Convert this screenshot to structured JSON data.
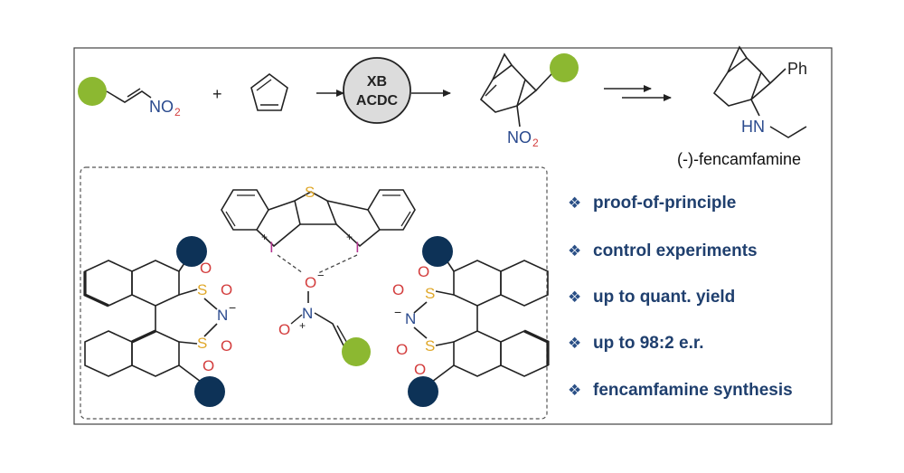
{
  "colors": {
    "accent_green": "#8cb831",
    "accent_navy": "#0d3257",
    "nitro_red": "#d33d3d",
    "sulfur_gold": "#e0a82a",
    "iodine_purple": "#b4358f",
    "bullet_text": "#1f3f6e",
    "catalyst_fill": "#dcdcdc"
  },
  "reaction": {
    "reactant_nitro": "NO",
    "reactant_nitro_sub": "2",
    "plus": "+",
    "catalyst_line1": "XB",
    "catalyst_line2": "ACDC",
    "product_nitro": "NO",
    "product_nitro_sub": "2",
    "final_ph": "Ph",
    "final_hn": "HN",
    "final_name": "(-)-fencamfamine"
  },
  "catalyst_model": {
    "thiophene_s": "S",
    "iodine_left": "I",
    "iodine_right": "I",
    "iodine_charge": "+",
    "nitro_o_top": "O",
    "nitro_o_top_charge": "−",
    "nitro_n": "N",
    "nitro_n_charge": "+",
    "nitro_o_left": "O",
    "counterion_left": {
      "s_top": "S",
      "s_bottom": "S",
      "n": "N",
      "n_charge": "−",
      "o": "O"
    },
    "counterion_right": {
      "s_top": "S",
      "s_bottom": "S",
      "n": "N",
      "n_charge": "−",
      "o": "O"
    }
  },
  "bullets": [
    {
      "glyph": "❖",
      "text": "proof-of-principle"
    },
    {
      "glyph": "❖",
      "text": "control experiments"
    },
    {
      "glyph": "❖",
      "text": "up to quant. yield"
    },
    {
      "glyph": "❖",
      "text": "up to 98:2 e.r."
    },
    {
      "glyph": "❖",
      "text": "fencamfamine synthesis"
    }
  ]
}
